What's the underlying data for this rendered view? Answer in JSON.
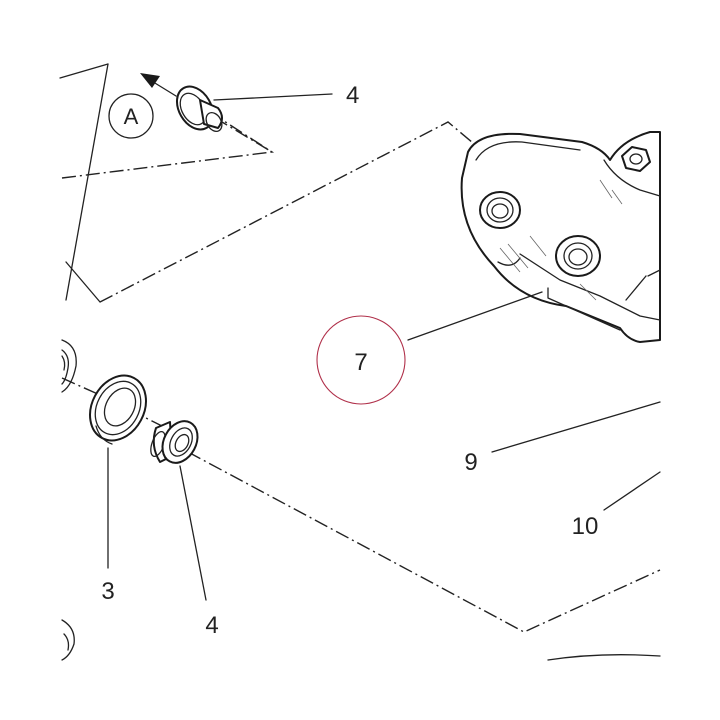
{
  "callouts": {
    "part_4_top": "4",
    "view_a": "A",
    "part_7": "7",
    "part_9": "9",
    "part_10": "10",
    "part_3": "3",
    "part_4_bottom": "4"
  },
  "highlight": {
    "target": "7",
    "circle_color": "#b0304a"
  }
}
